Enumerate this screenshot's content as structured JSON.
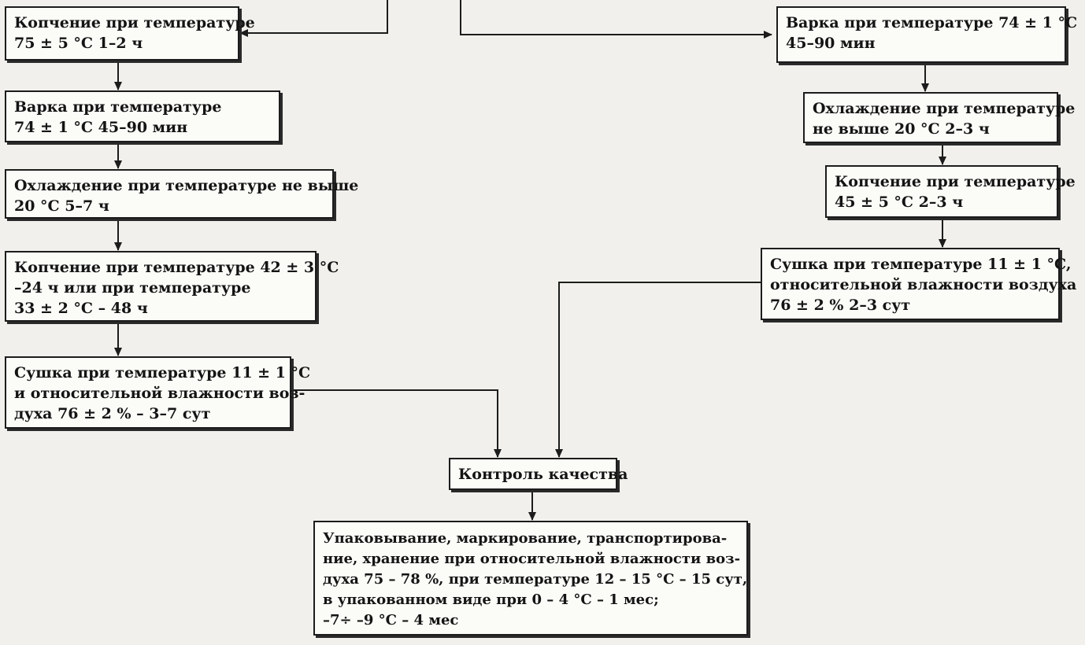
{
  "diagram": {
    "nodes": {
      "l1": {
        "lines": [
          "Копчение при температуре",
          "75 ± 5 °C 1–2 ч"
        ]
      },
      "l2": {
        "lines": [
          "Варка при температуре",
          "74 ± 1 °C  45–90 мин"
        ]
      },
      "l3": {
        "lines": [
          "Охлаждение при температуре не выше",
          "20 °C 5–7 ч"
        ]
      },
      "l4": {
        "lines": [
          "Копчение при температуре 42 ± 3 °C",
          "–24 ч или при температуре",
          "33 ± 2 °C – 48 ч"
        ]
      },
      "l5": {
        "lines": [
          "Сушка при температуре 11 ± 1 °C",
          "и относительной влажности воз-",
          "духа 76 ± 2 % – 3–7 сут"
        ]
      },
      "r1": {
        "lines": [
          "Варка при температуре 74 ± 1 °C",
          "45–90 мин"
        ]
      },
      "r2": {
        "lines": [
          "Охлаждение при температуре",
          "не выше 20 °C 2–3 ч"
        ]
      },
      "r3": {
        "lines": [
          "Копчение при температуре",
          "45 ± 5 °C 2–3 ч"
        ]
      },
      "r4": {
        "lines": [
          "Сушка при температуре 11 ± 1 °C,",
          "относительной влажности воздуха",
          "76 ± 2 % 2–3 сут"
        ]
      },
      "qc": {
        "lines": [
          "Контроль качества"
        ]
      },
      "pack": {
        "lines": [
          "Упаковывание, маркирование, транспортирова-",
          "ние, хранение при относительной влажности воз-",
          "духа 75 – 78 %, при температуре 12 – 15 °C – 15 сут,",
          "в упакованном виде при 0 – 4 °C – 1 мес;",
          "–7÷  –9 °C – 4 мес"
        ]
      }
    }
  }
}
